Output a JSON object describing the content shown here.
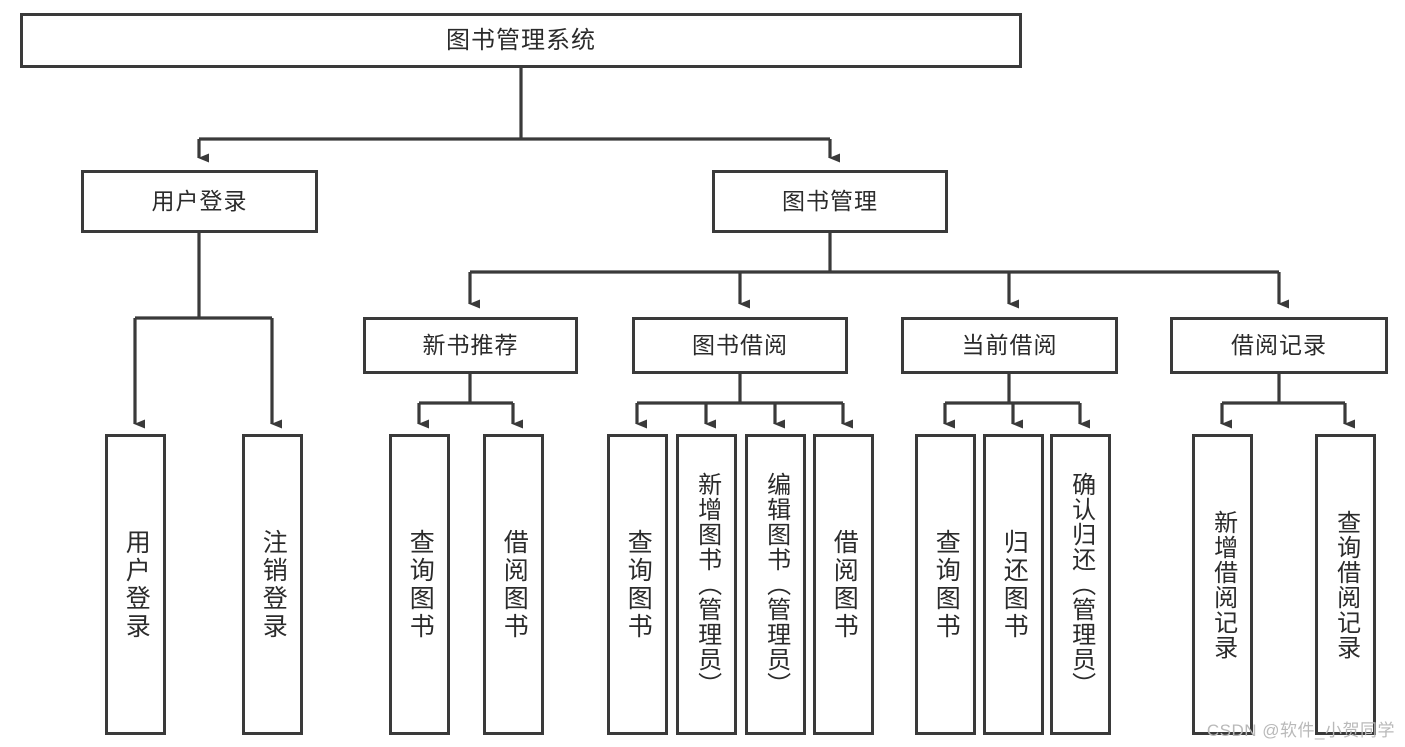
{
  "diagram": {
    "type": "tree-hierarchy-chart",
    "title": "图书管理系统",
    "watermark": "CSDN @软件_小贺同学",
    "colors": {
      "background": "#ffffff",
      "box_border": "#3a3a3a",
      "box_fill": "#ffffff",
      "connector": "#3a3a3a",
      "text": "#2b2b2b",
      "watermark": "#b9b9b9"
    },
    "nodes": {
      "root": {
        "id": "root",
        "label": "图书管理系统",
        "level": 1,
        "orientation": "horizontal"
      },
      "level2": [
        {
          "id": "user-login",
          "label": "用户登录",
          "level": 2,
          "orientation": "horizontal"
        },
        {
          "id": "book-manage",
          "label": "图书管理",
          "level": 2,
          "orientation": "horizontal"
        }
      ],
      "level3": [
        {
          "id": "new-book-recommend",
          "label": "新书推荐",
          "level": 3,
          "orientation": "horizontal",
          "parent": "book-manage"
        },
        {
          "id": "book-borrow",
          "label": "图书借阅",
          "level": 3,
          "orientation": "horizontal",
          "parent": "book-manage"
        },
        {
          "id": "current-borrow",
          "label": "当前借阅",
          "level": 3,
          "orientation": "horizontal",
          "parent": "book-manage"
        },
        {
          "id": "borrow-record",
          "label": "借阅记录",
          "level": 3,
          "orientation": "horizontal",
          "parent": "book-manage"
        }
      ],
      "leaves": [
        {
          "id": "leaf-user-login",
          "label": "用户登录",
          "parent": "user-login",
          "orientation": "vertical"
        },
        {
          "id": "leaf-logout-login",
          "label": "注销登录",
          "parent": "user-login",
          "orientation": "vertical"
        },
        {
          "id": "leaf-query-book-1",
          "label": "查询图书",
          "parent": "new-book-recommend",
          "orientation": "vertical"
        },
        {
          "id": "leaf-borrow-book-1",
          "label": "借阅图书",
          "parent": "new-book-recommend",
          "orientation": "vertical"
        },
        {
          "id": "leaf-query-book-2",
          "label": "查询图书",
          "parent": "book-borrow",
          "orientation": "vertical"
        },
        {
          "id": "leaf-add-book",
          "label": "新增图书（管理员）",
          "parent": "book-borrow",
          "orientation": "vertical"
        },
        {
          "id": "leaf-edit-book",
          "label": "编辑图书（管理员）",
          "parent": "book-borrow",
          "orientation": "vertical"
        },
        {
          "id": "leaf-borrow-book-2",
          "label": "借阅图书",
          "parent": "book-borrow",
          "orientation": "vertical"
        },
        {
          "id": "leaf-query-book-3",
          "label": "查询图书",
          "parent": "current-borrow",
          "orientation": "vertical"
        },
        {
          "id": "leaf-return-book",
          "label": "归还图书",
          "parent": "current-borrow",
          "orientation": "vertical"
        },
        {
          "id": "leaf-confirm-return",
          "label": "确认归还（管理员）",
          "parent": "current-borrow",
          "orientation": "vertical"
        },
        {
          "id": "leaf-add-record",
          "label": "新增借阅记录",
          "parent": "borrow-record",
          "orientation": "vertical"
        },
        {
          "id": "leaf-query-record",
          "label": "查询借阅记录",
          "parent": "borrow-record",
          "orientation": "vertical"
        }
      ]
    }
  }
}
